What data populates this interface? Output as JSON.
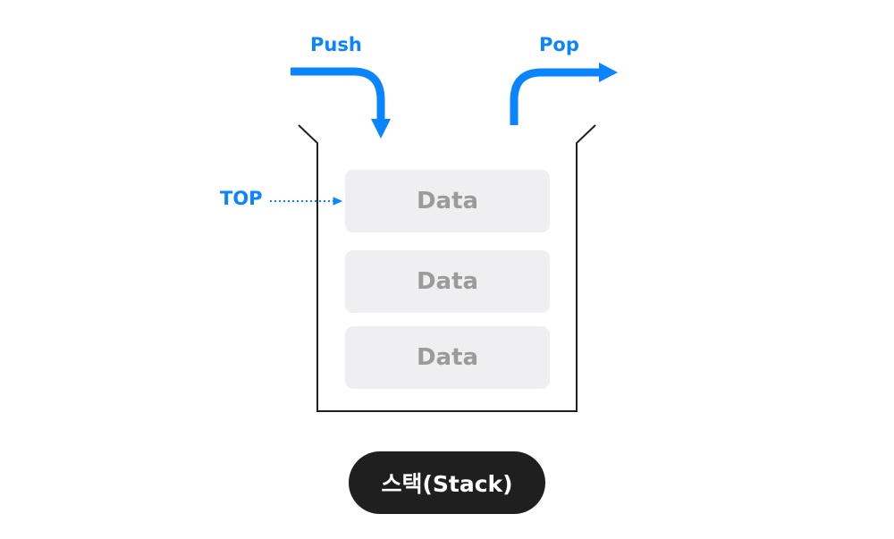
{
  "colors": {
    "accent": "#0a84ff",
    "container_stroke": "#1f1f1f",
    "block_fill": "#efeff1",
    "block_text": "#9b9b9b",
    "caption_fill": "#1f1f1f",
    "caption_text": "#ffffff"
  },
  "labels": {
    "push": "Push",
    "pop": "Pop",
    "top": "TOP"
  },
  "stack": {
    "items": [
      {
        "label": "Data"
      },
      {
        "label": "Data"
      },
      {
        "label": "Data"
      }
    ]
  },
  "caption": "스택(Stack)"
}
